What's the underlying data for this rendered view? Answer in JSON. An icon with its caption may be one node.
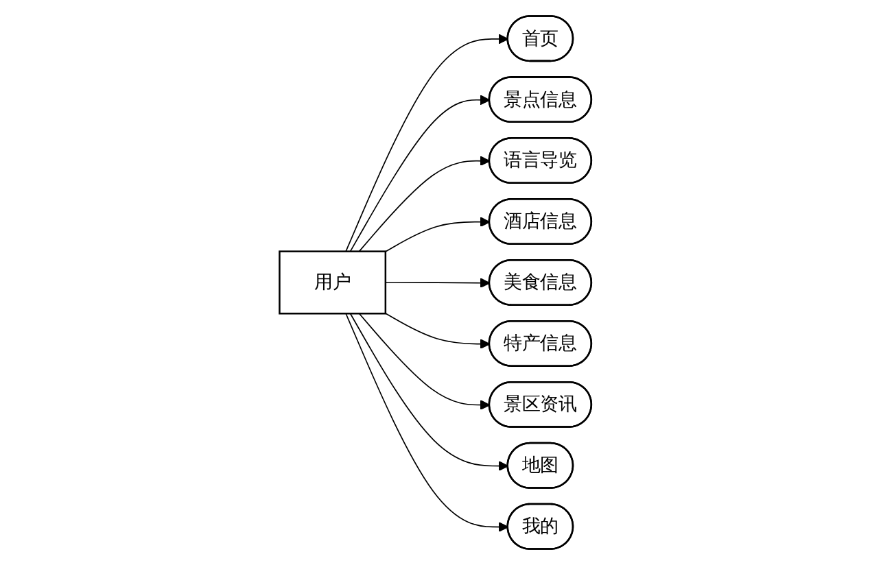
{
  "diagram": {
    "nodes": [
      {
        "text": [
          "用户"
        ]
      },
      {
        "text": [
          "首页"
        ]
      },
      {
        "text": [
          "景点信息"
        ]
      },
      {
        "text": [
          "语言导览"
        ]
      },
      {
        "text": [
          "酒店信息"
        ]
      },
      {
        "text": [
          "美食信息"
        ]
      },
      {
        "text": [
          "特产信息"
        ]
      },
      {
        "text": [
          "景区资讯"
        ]
      },
      {
        "text": [
          "地图"
        ]
      },
      {
        "text": [
          "我的"
        ]
      }
    ],
    "edges": [
      {
        "from": 0,
        "to": 1,
        "arrow": "to"
      },
      {
        "from": 0,
        "to": 2,
        "arrow": "to"
      },
      {
        "from": 0,
        "to": 3,
        "arrow": "to"
      },
      {
        "from": 0,
        "to": 4,
        "arrow": "to"
      },
      {
        "from": 0,
        "to": 5,
        "arrow": "to"
      },
      {
        "from": 0,
        "to": 6,
        "arrow": "to"
      },
      {
        "from": 0,
        "to": 7,
        "arrow": "to"
      },
      {
        "from": 0,
        "to": 8,
        "arrow": "to"
      },
      {
        "from": 0,
        "to": 9,
        "arrow": "to"
      }
    ]
  }
}
